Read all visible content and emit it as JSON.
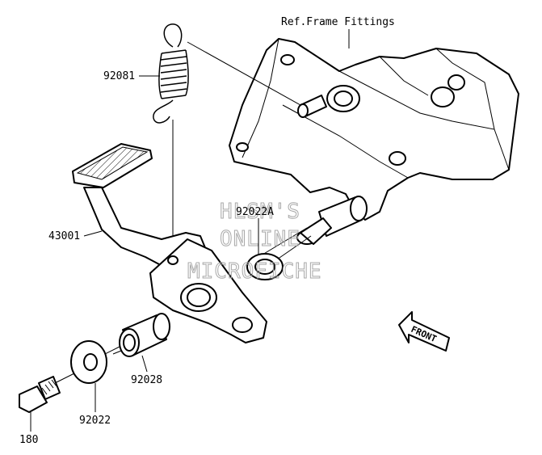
{
  "reference_label": "Ref.Frame Fittings",
  "parts": {
    "spring": "92081",
    "pedal": "43001",
    "washer_a": "92022A",
    "bushing": "92028",
    "washer": "92022",
    "bolt": "180"
  },
  "watermark": {
    "line1": "HLSM'S",
    "line2": "ONLINE",
    "line3": "MICROFICHE"
  },
  "direction_arrow": "FRONT"
}
